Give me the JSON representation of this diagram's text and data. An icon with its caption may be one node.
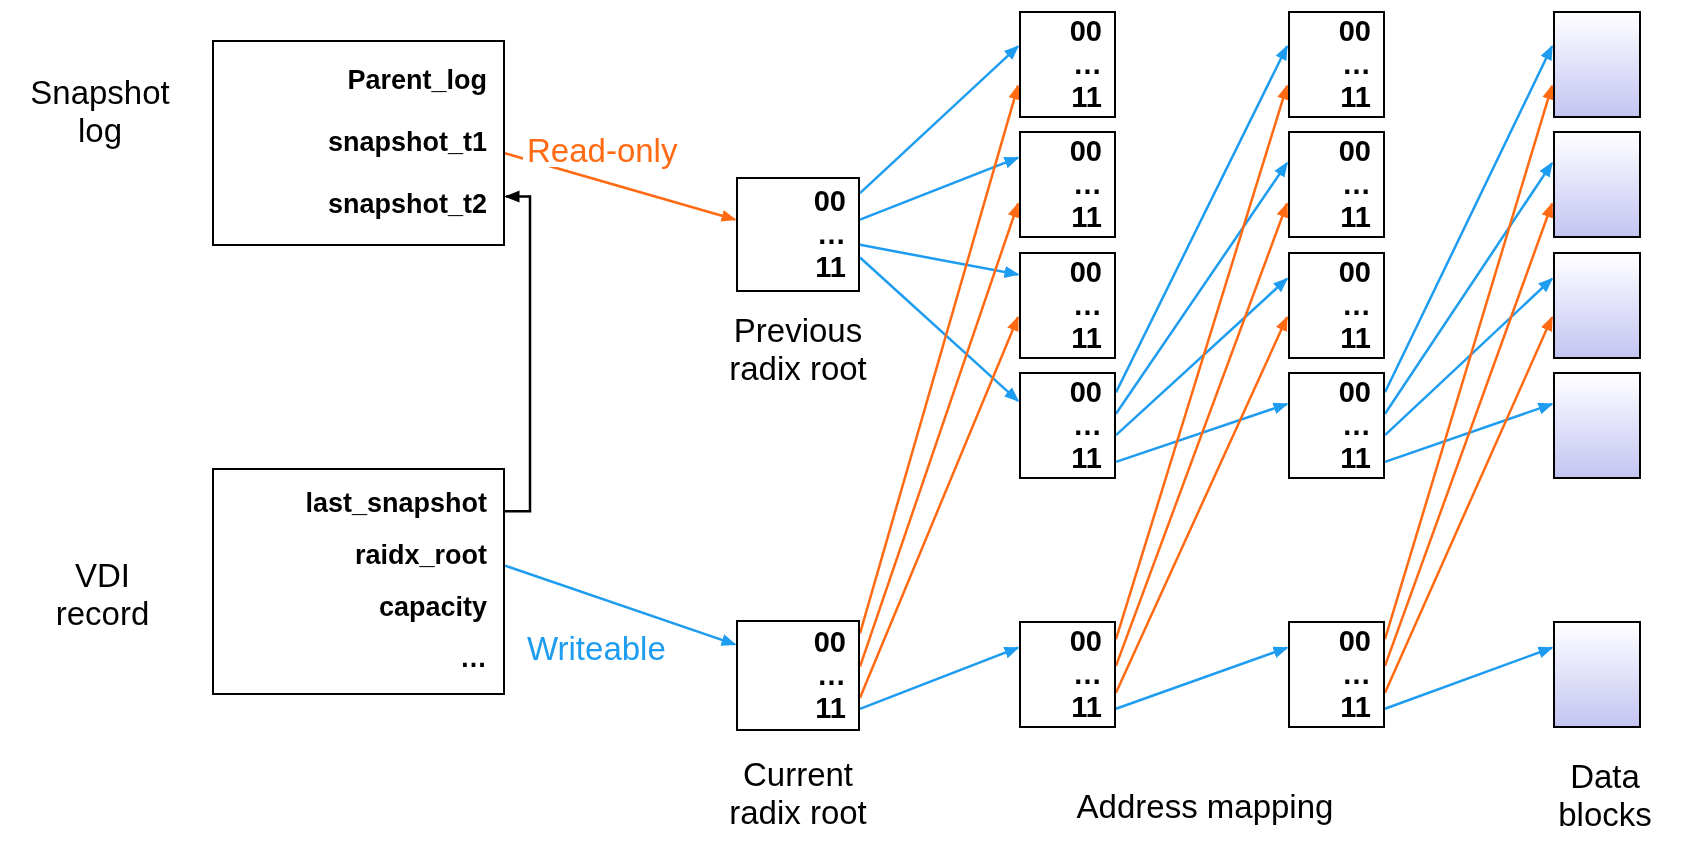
{
  "diagram": {
    "nodes": [
      {
        "text": [
          "Parent_log",
          "snapshot_t1",
          "snapshot_t2"
        ],
        "beside": [
          "Snapshot log"
        ]
      },
      {
        "text": [
          "last_snapshot",
          "raidx_root",
          "capacity",
          "…"
        ],
        "beside": [
          "VDI record"
        ]
      },
      {
        "text": [
          "00",
          "…",
          "11"
        ],
        "beside": [
          "Previous radix root"
        ]
      },
      {
        "text": [
          "00",
          "…",
          "11"
        ],
        "beside": [
          "Current radix root"
        ]
      },
      {
        "text": [
          "00",
          "…",
          "11"
        ]
      },
      {
        "text": [
          "00",
          "…",
          "11"
        ]
      },
      {
        "text": [
          "00",
          "…",
          "11"
        ]
      },
      {
        "text": [
          "00",
          "…",
          "11"
        ]
      },
      {
        "text": [
          "00",
          "…",
          "11"
        ]
      },
      {
        "text": [
          "00",
          "…",
          "11"
        ]
      },
      {
        "text": [
          "00",
          "…",
          "11"
        ]
      },
      {
        "text": [
          "00",
          "…",
          "11"
        ]
      },
      {
        "text": [
          "00",
          "…",
          "11"
        ]
      },
      {
        "text": [
          "00",
          "…",
          "11"
        ]
      },
      {
        "text": [],
        "shape": "box"
      },
      {
        "text": [],
        "shape": "box"
      },
      {
        "text": [],
        "shape": "box"
      },
      {
        "text": [],
        "shape": "box"
      },
      {
        "text": [],
        "shape": "box"
      }
    ],
    "edges": [
      {
        "from": 0,
        "to": 2,
        "arrow": "to",
        "label": "Read-only",
        "color": "#ff6a13"
      },
      {
        "from": 1,
        "to": 3,
        "arrow": "to",
        "label": "Writeable"
      },
      {
        "from": 1,
        "to": 0,
        "arrow": "to",
        "color": "#000000"
      },
      {
        "from": 2,
        "to": 4,
        "arrow": "to"
      },
      {
        "from": 2,
        "to": 5,
        "arrow": "to"
      },
      {
        "from": 2,
        "to": 6,
        "arrow": "to"
      },
      {
        "from": 2,
        "to": 7,
        "arrow": "to"
      },
      {
        "from": 3,
        "to": 4,
        "arrow": "to",
        "color": "#ff6a13"
      },
      {
        "from": 3,
        "to": 5,
        "arrow": "to",
        "color": "#ff6a13"
      },
      {
        "from": 3,
        "to": 6,
        "arrow": "to",
        "color": "#ff6a13"
      },
      {
        "from": 3,
        "to": 8,
        "arrow": "to"
      },
      {
        "from": 7,
        "to": 9,
        "arrow": "to"
      },
      {
        "from": 7,
        "to": 10,
        "arrow": "to"
      },
      {
        "from": 7,
        "to": 11,
        "arrow": "to"
      },
      {
        "from": 7,
        "to": 12,
        "arrow": "to"
      },
      {
        "from": 8,
        "to": 9,
        "arrow": "to",
        "color": "#ff6a13"
      },
      {
        "from": 8,
        "to": 10,
        "arrow": "to",
        "color": "#ff6a13"
      },
      {
        "from": 8,
        "to": 11,
        "arrow": "to",
        "color": "#ff6a13"
      },
      {
        "from": 8,
        "to": 13,
        "arrow": "to"
      },
      {
        "from": 12,
        "to": 14,
        "arrow": "to"
      },
      {
        "from": 12,
        "to": 15,
        "arrow": "to"
      },
      {
        "from": 12,
        "to": 16,
        "arrow": "to"
      },
      {
        "from": 12,
        "to": 17,
        "arrow": "to"
      },
      {
        "from": 13,
        "to": 14,
        "arrow": "to",
        "color": "#ff6a13"
      },
      {
        "from": 13,
        "to": 15,
        "arrow": "to",
        "color": "#ff6a13"
      },
      {
        "from": 13,
        "to": 16,
        "arrow": "to",
        "color": "#ff6a13"
      },
      {
        "from": 13,
        "to": 18,
        "arrow": "to"
      }
    ],
    "labels": [
      "Address mapping",
      "Data blocks"
    ]
  }
}
